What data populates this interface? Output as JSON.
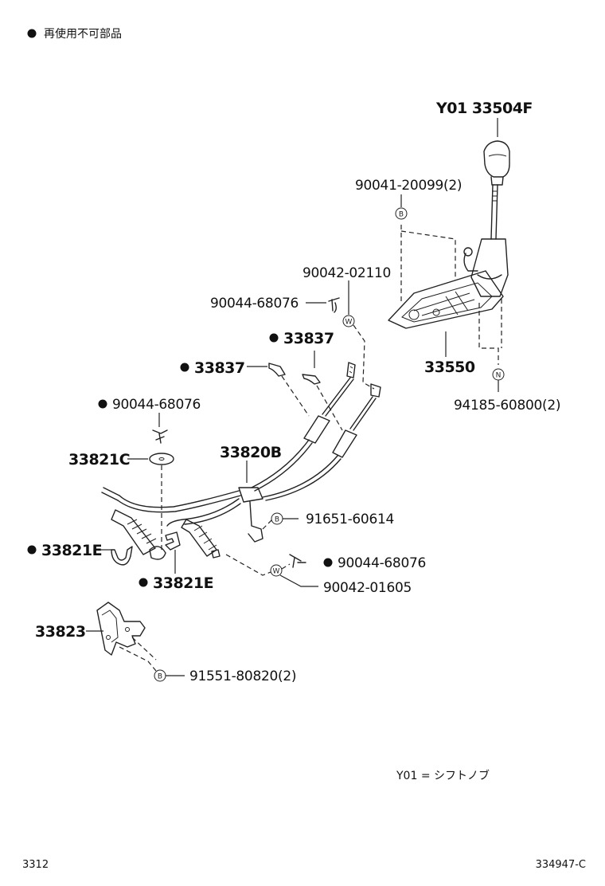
{
  "legend": {
    "bullet_note": "再使用不可部品",
    "y01_note": "Y01 = シフトノブ"
  },
  "footer": {
    "left_code": "3312",
    "right_code": "334947-C"
  },
  "parts": {
    "shift_knob": "Y01 33504F",
    "bolt_knob_bracket": "90041-20099(2)",
    "clip_90042_02110": "90042-02110",
    "pin_90044_top": "90044-68076",
    "retainer_33837_a": "33837",
    "retainer_33837_b": "33837",
    "shift_lever_assy": "33550",
    "nut_94185": "94185-60800(2)",
    "pin_90044_left": "90044-68076",
    "washer_33821c": "33821C",
    "cable_33820b": "33820B",
    "clamp_91651": "91651-60614",
    "clip_33821e_a": "33821E",
    "clip_33821e_b": "33821E",
    "pin_90044_right": "90044-68076",
    "clip_90042_01605": "90042-01605",
    "bracket_33823": "33823",
    "bolt_91551": "91551-80820(2)"
  },
  "bubbles": {
    "b1": "B",
    "b2": "B",
    "b3": "B",
    "w1": "W",
    "w2": "W",
    "n1": "N"
  }
}
